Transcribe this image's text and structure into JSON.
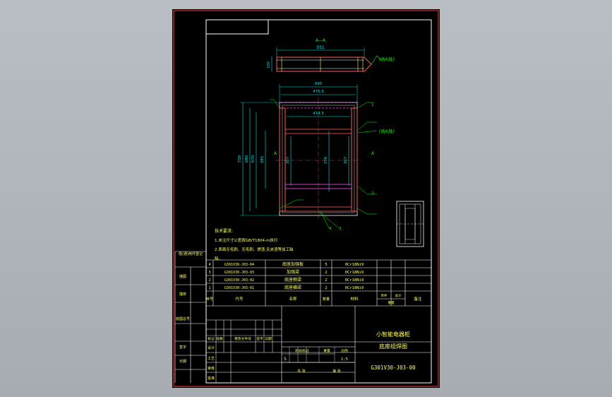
{
  "drawing": {
    "section_label": "A—A",
    "dimensions": {
      "top_length": "551",
      "top_height": "100",
      "overall_width": "490",
      "inner_width_1": "475.5",
      "inner_width_2": "434.5",
      "overall_height": "750",
      "height_2": "680",
      "height_3": "670",
      "height_4": "385",
      "dim_307_left": "307",
      "dim_376": "376",
      "dim_307_right": "307"
    },
    "weld_notes": {
      "top": "(共6处)",
      "middle": "(共6处)"
    },
    "part_balloons": [
      "1",
      "2",
      "3",
      "4"
    ],
    "section_marks": [
      "A",
      "A"
    ],
    "technical_requirements": {
      "title": "技术要求:",
      "line1": "1.未注尺寸公差按GB/T1804-m执行",
      "line2": "2.表面无毛刺、无毛刺、焊渣,无夹渣等加工缺",
      "line3": "陷。"
    }
  },
  "bom": {
    "rows": [
      {
        "no": "4",
        "code": "G301V30-J03-04",
        "name": "底座加强板",
        "qty": "5",
        "material": "0Cr18Ni9"
      },
      {
        "no": "3",
        "code": "G301V30-J03-03",
        "name": "加强梁",
        "qty": "2",
        "material": "0Cr18Ni9"
      },
      {
        "no": "2",
        "code": "G301V30-J03-02",
        "name": "底座侧梁",
        "qty": "2",
        "material": "0Cr18Ni9"
      },
      {
        "no": "1",
        "code": "G301V30-J03-01",
        "name": "底座横梁",
        "qty": "2",
        "material": "0Cr18Ni9"
      }
    ],
    "header": {
      "no": "序号",
      "code": "代号",
      "name": "名称",
      "qty": "数量",
      "material": "材料",
      "single": "单件",
      "total": "总计",
      "weight": "重量",
      "remark": "备注"
    }
  },
  "left_strip": {
    "label1": "借(通)用件登记",
    "label2": "描图",
    "label3": "描校",
    "label4": "底图总号",
    "label5": "签字",
    "label6": "日期"
  },
  "title_block": {
    "product": "小智能电器柜",
    "drawing_name": "底座组焊图",
    "drawing_number": "G301V30-J03-00",
    "labels": {
      "mark": "标记",
      "count": "处数",
      "change_doc": "更改文件号",
      "signature": "签字",
      "date": "日期",
      "design": "设计",
      "process": "工艺",
      "review": "审核",
      "approve": "批准",
      "stage_mark": "阶段标记",
      "weight": "重量",
      "scale": "比例",
      "sheet_total": "共  张",
      "sheet_no": "第  张",
      "stage_s": "S",
      "scale_value": "1:5"
    }
  },
  "colors": {
    "frame": "#ff3b3b",
    "border": "#ffffff",
    "dimension": "#00e5e5",
    "annotation": "#00ff00",
    "part": "#ff5a5a",
    "highlight": "#ff4fff",
    "outline": "#ffffff",
    "text": "#ffff66"
  }
}
